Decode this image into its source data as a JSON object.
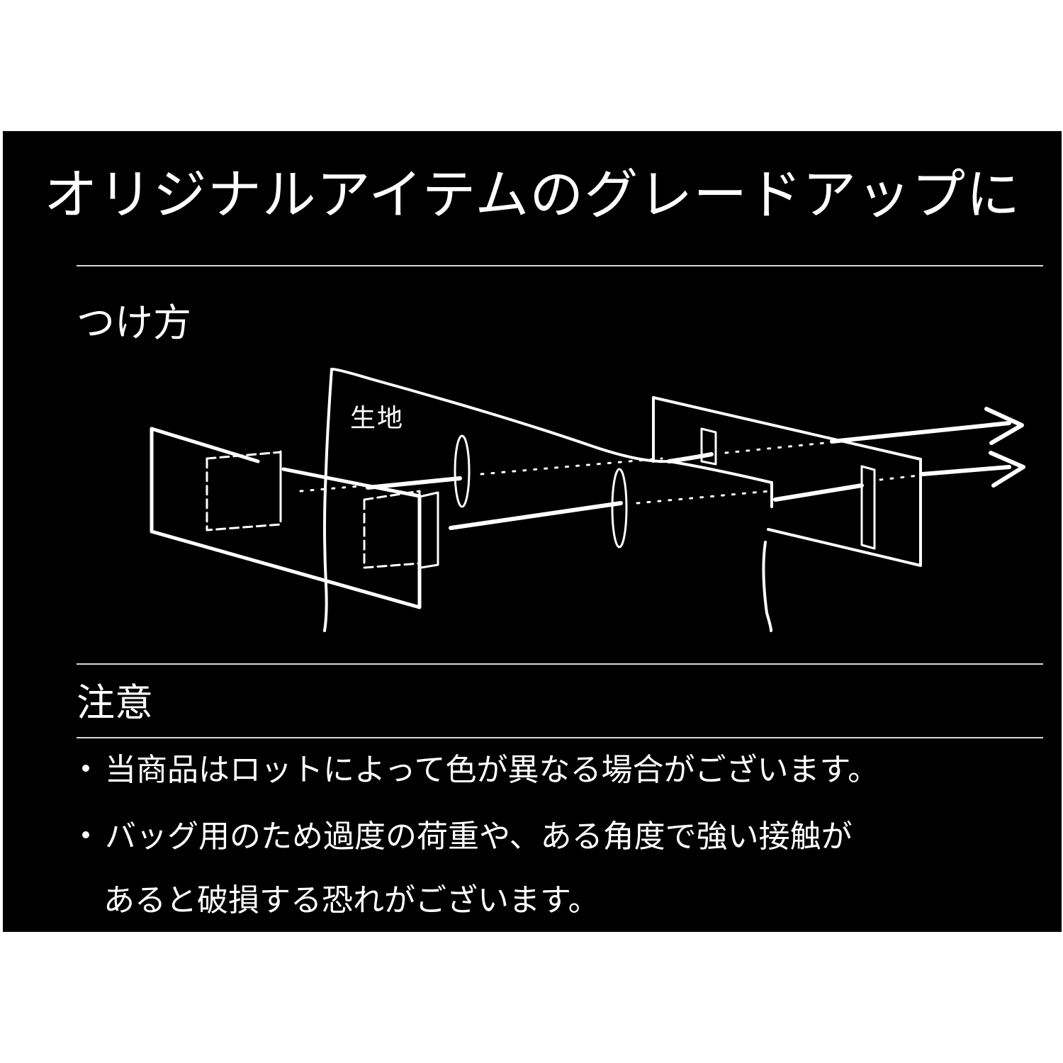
{
  "panel": {
    "title": "オリジナルアイテムのグレードアップに",
    "background_color": "#000000",
    "text_color": "#ffffff"
  },
  "how_to_attach": {
    "heading": "つけ方",
    "diagram": {
      "fabric_label": "生地",
      "arrows": 2,
      "description": "Two plates placed on either side of the fabric, joined by two straps passing through the fabric and through slots in the back plate, with arrows pointing right"
    }
  },
  "caution": {
    "heading": "注意",
    "notes": [
      {
        "bullet": "・",
        "lines": [
          "当商品はロットによって色が異なる場合がございます。"
        ]
      },
      {
        "bullet": "・",
        "lines": [
          "バッグ用のため過度の荷重や、ある角度で強い接触が",
          "あると破損する恐れがございます。"
        ]
      }
    ]
  }
}
